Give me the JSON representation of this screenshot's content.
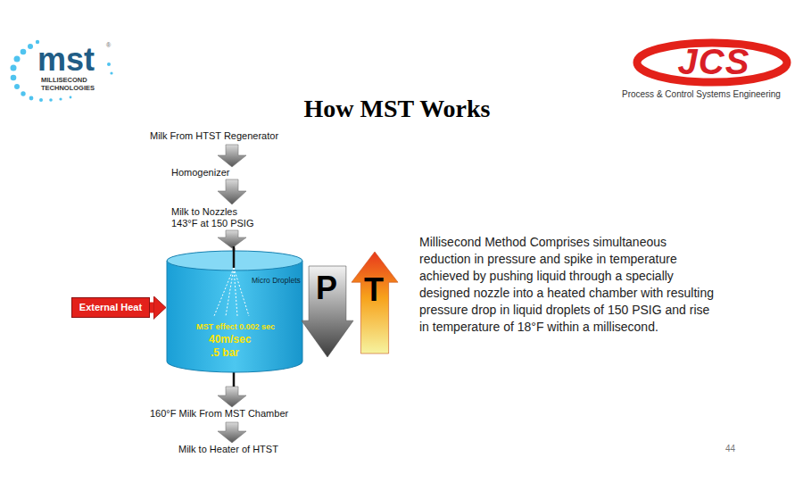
{
  "diagram": {
    "title": "How MST Works",
    "nodes": [
      {
        "text": [
          "External Heat"
        ]
      },
      {
        "text": [
          "Micro Droplets",
          "MST effect 0.002 sec",
          "40m/sec",
          ".5 bar"
        ]
      },
      {
        "text": [
          "P"
        ]
      },
      {
        "text": [
          "T"
        ]
      }
    ],
    "edges": [
      {
        "from": 0,
        "to": 1,
        "arrow": "to"
      }
    ],
    "labels": [
      "mst",
      "®",
      "MILLISECOND",
      "TECHNOLOGIES",
      "JCS",
      "Process & Control Systems Engineering",
      "Milk From HTST Regenerator",
      "Homogenizer",
      "Milk to Nozzles",
      "143°F at 150 PSIG",
      "160°F Milk From MST Chamber",
      "Milk to Heater of HTST",
      "Millisecond Method Comprises simultaneous reduction in pressure and spike in temperature achieved by pushing liquid through a specially designed nozzle into a heated chamber with resulting pressure drop in liquid droplets of 150 PSIG and rise in temperature of 18°F within a millisecond.",
      "44"
    ]
  }
}
